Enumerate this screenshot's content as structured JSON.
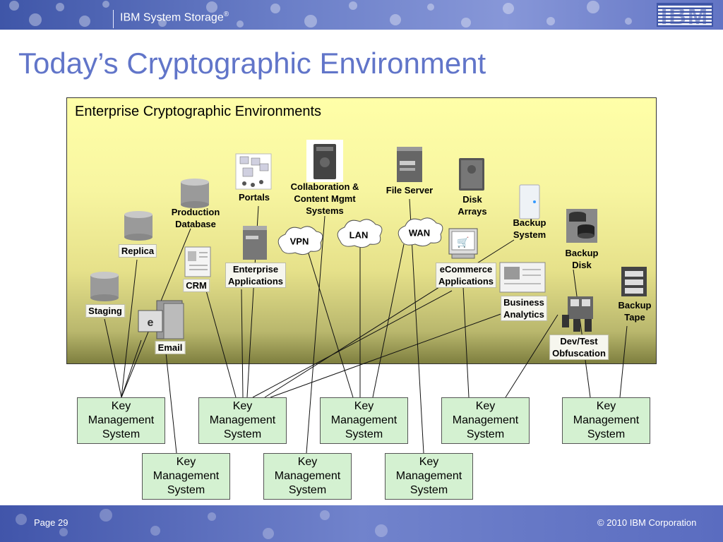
{
  "header": {
    "product": "IBM System Storage",
    "trademark": "®",
    "logo_text": "IBM"
  },
  "title": "Today’s Cryptographic Environment",
  "environment": {
    "title": "Enterprise Cryptographic Environments",
    "nodes": {
      "portals": "Portals",
      "collab": [
        "Collaboration &",
        "Content Mgmt",
        "Systems"
      ],
      "file_server": "File Server",
      "disk_arrays": [
        "Disk",
        "Arrays"
      ],
      "production_db": [
        "Production",
        "Database"
      ],
      "backup_system": [
        "Backup",
        "System"
      ],
      "backup_disk": [
        "Backup",
        "Disk"
      ],
      "replica": "Replica",
      "crm": "CRM",
      "enterprise_apps": [
        "Enterprise",
        "Applications"
      ],
      "ecommerce": [
        "eCommerce",
        "Applications"
      ],
      "staging": "Staging",
      "business_analytics": [
        "Business",
        "Analytics"
      ],
      "backup_tape": [
        "Backup",
        "Tape"
      ],
      "dev_test": [
        "Dev/Test",
        "Obfuscation"
      ],
      "email": "Email"
    },
    "networks": {
      "vpn": "VPN",
      "lan": "LAN",
      "wan": "WAN"
    }
  },
  "kms": {
    "line1": "Key",
    "line2": "Management",
    "line3": "System"
  },
  "footer": {
    "page": "Page 29",
    "copyright": "© 2010 IBM Corporation"
  },
  "colors": {
    "title_blue": "#6175c9",
    "header_blue": "#4a60b4",
    "kms_green": "#d4f1d1",
    "env_yellow": "#ffffa8"
  }
}
